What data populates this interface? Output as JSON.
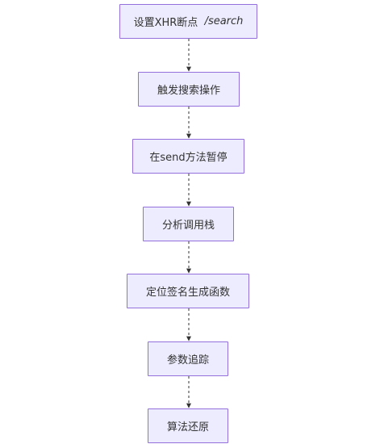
{
  "flowchart": {
    "steps": [
      {
        "label": "设置XHR断点",
        "path": "/search"
      },
      {
        "label": "触发搜索操作"
      },
      {
        "label": "在send方法暂停"
      },
      {
        "label": "分析调用栈"
      },
      {
        "label": "定位签名生成函数"
      },
      {
        "label": "参数追踪"
      },
      {
        "label": "算法还原"
      }
    ]
  },
  "colors": {
    "node_fill": "#ececfe",
    "node_border": "#9370db",
    "edge": "#333333",
    "text": "#333333",
    "background": "#ffffff"
  }
}
